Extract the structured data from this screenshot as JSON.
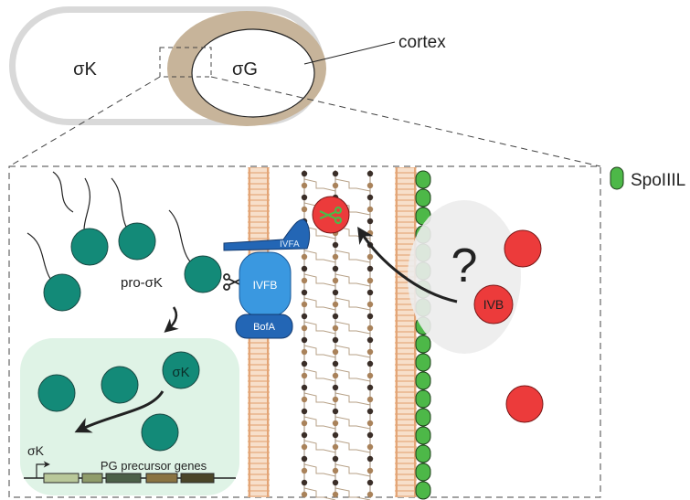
{
  "labels": {
    "sigma_k_mother": "σK",
    "sigma_g_forespore": "σG",
    "cortex": "cortex",
    "legend_spoiiil": "SpoIIIL",
    "pro_sigma_k": "pro-σK",
    "ivfa": "IVFA",
    "ivfb": "IVFB",
    "bofa": "BofA",
    "question": "?",
    "ivb": "IVB",
    "sigma_k_active": "σK",
    "promoter_sigma_k": "σK",
    "pg_genes": "PG precursor genes"
  },
  "colors": {
    "teal": "#138a78",
    "red": "#ec3b3b",
    "green": "#4db848",
    "blue": "#2d87d8",
    "blue_dark": "#2366b5",
    "cortex_tan": "#c7b49a",
    "membrane": "#f0c9a8",
    "nucleus_bg": "#dff3e6"
  }
}
